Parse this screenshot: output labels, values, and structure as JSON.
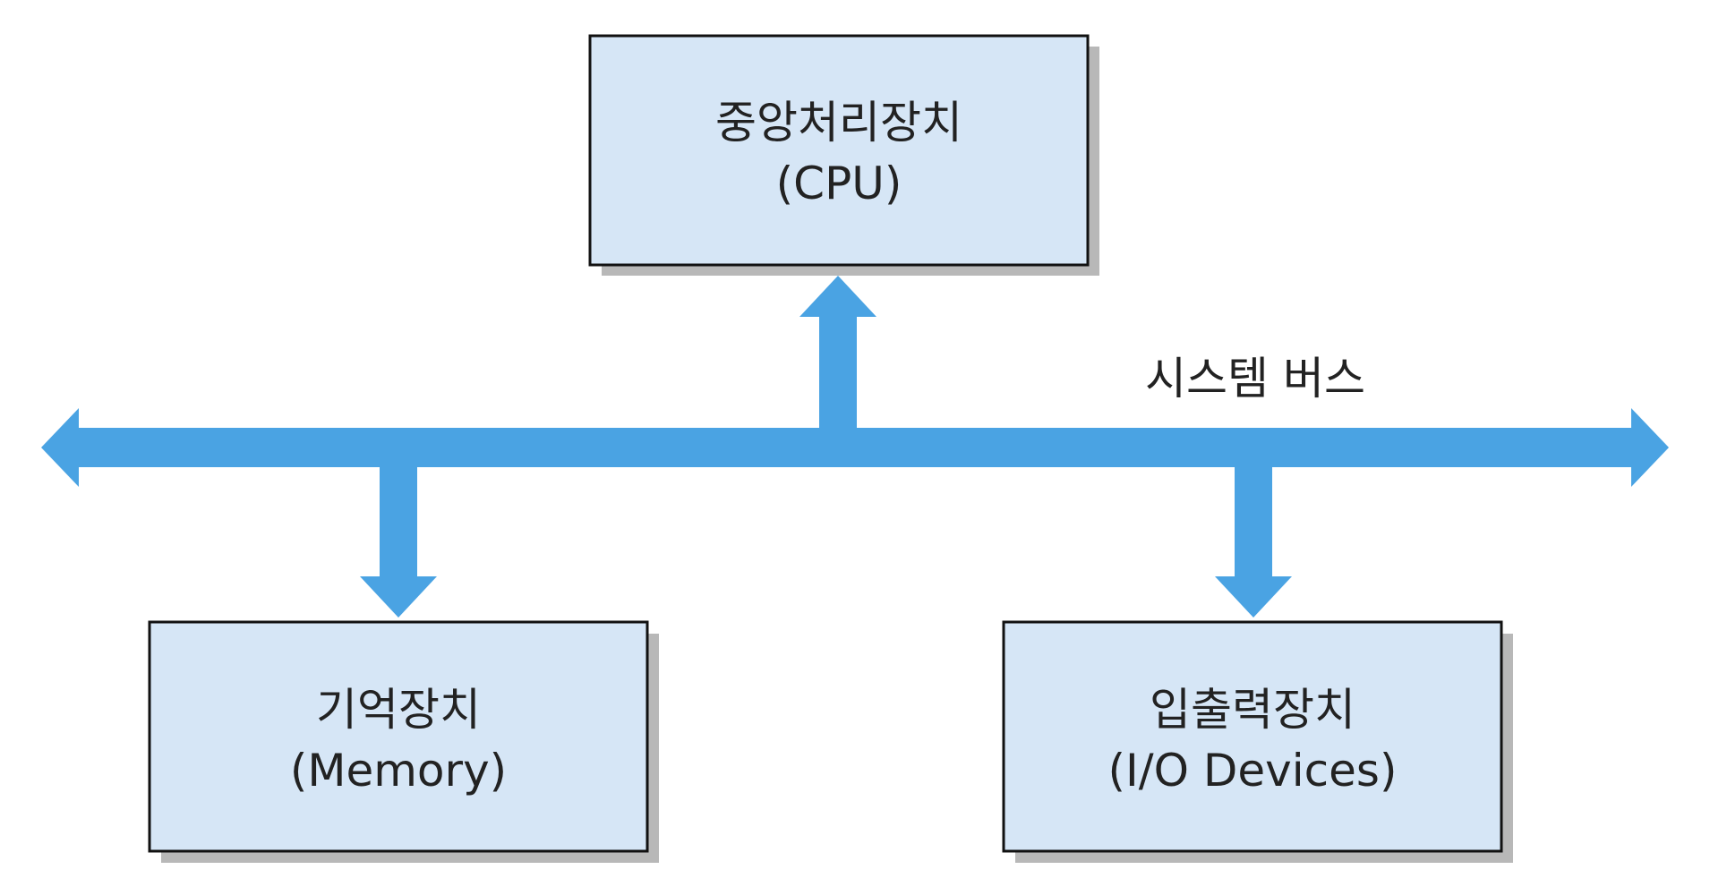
{
  "colors": {
    "box_fill": "#d6e6f6",
    "box_border": "#111111",
    "box_shadow": "#b8b8b8",
    "bus": "#4aa3e3"
  },
  "bus": {
    "label": "시스템 버스"
  },
  "nodes": {
    "cpu": {
      "title": "중앙처리장치",
      "subtitle": "(CPU)"
    },
    "memory": {
      "title": "기억장치",
      "subtitle": "(Memory)"
    },
    "io": {
      "title": "입출력장치",
      "subtitle": "(I/O Devices)"
    }
  }
}
